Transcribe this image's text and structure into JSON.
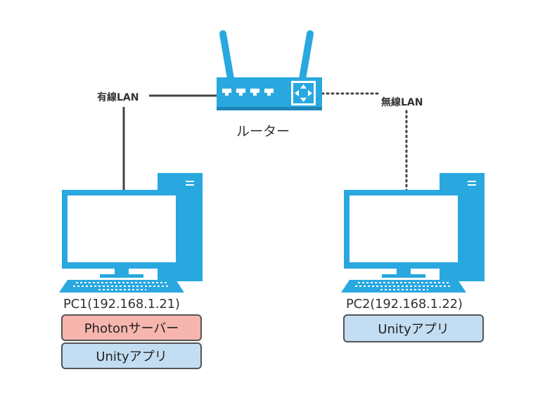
{
  "router": {
    "label": "ルーター"
  },
  "connections": {
    "wired": "有線LAN",
    "wireless": "無線LAN"
  },
  "pc1": {
    "label": "PC1(192.168.1.21)",
    "apps": [
      "Photonサーバー",
      "Unityアプリ"
    ]
  },
  "pc2": {
    "label": "PC2(192.168.1.22)",
    "apps": [
      "Unityアプリ"
    ]
  },
  "colors": {
    "device": "#29a8e0",
    "screen": "#ffffff",
    "wire": "#444444",
    "photon_box": "#f6b6ad",
    "unity_box": "#c3def3",
    "box_border": "#555555"
  }
}
